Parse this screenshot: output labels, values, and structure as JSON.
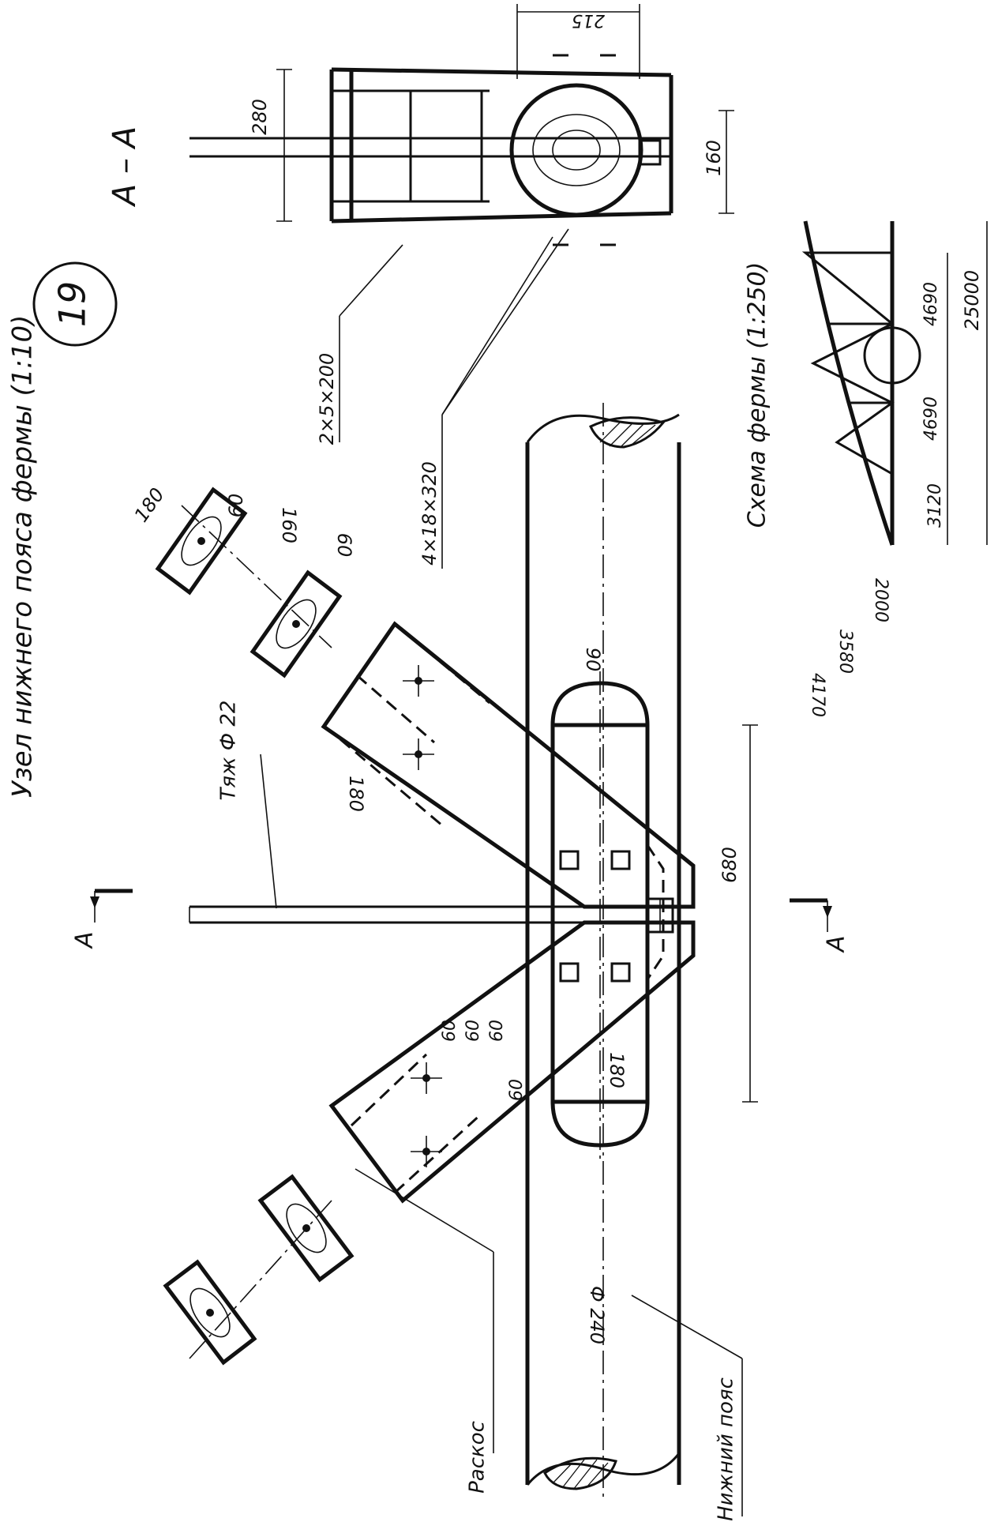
{
  "sheet_number": "19",
  "title": "Узел нижнего пояса фермы (1:10)",
  "section_title": "А – А",
  "section_marker": "А",
  "scheme_title": "Схема фермы (1:250)",
  "labels": {
    "tie_rod": "Тяж Ф 22",
    "brace": "Раскос",
    "bottom_chord": "Нижний пояс",
    "plate": "2×5×200",
    "bolts": "4×18×320"
  },
  "dimensions": {
    "brace_w": "180",
    "brace_a": "60",
    "brace_b": "160",
    "brace_c": "60",
    "brace_depth": "180",
    "pad_w": "90",
    "pad_len": "680",
    "pad_h": "180",
    "bolt_spacing": [
      "60",
      "60",
      "60",
      "60"
    ],
    "chord_d": "Ф 240",
    "sec_top": "215",
    "sec_h": "280",
    "sec_w": "160",
    "scheme_spans": [
      "3120",
      "4690",
      "4690"
    ],
    "scheme_total": "25000",
    "scheme_heights": [
      "2000",
      "3580",
      "4170"
    ]
  }
}
